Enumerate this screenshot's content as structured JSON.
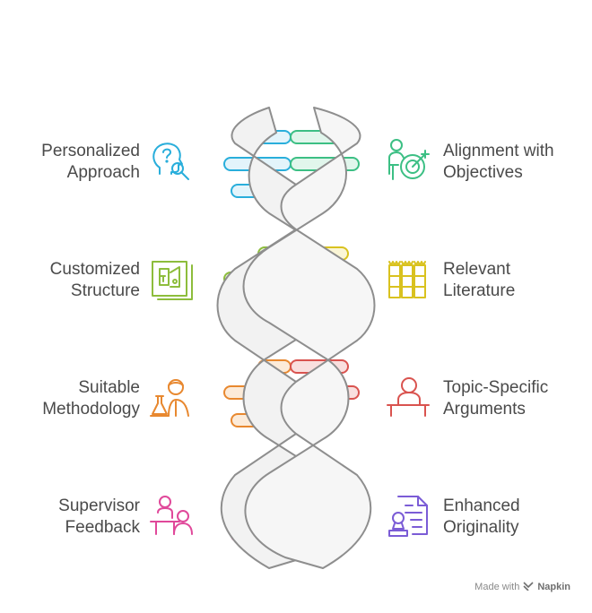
{
  "items": [
    {
      "label_1": "Personalized",
      "label_2": "Approach",
      "color": "#29aedb",
      "icon": "head-question-icon"
    },
    {
      "label_1": "Alignment with",
      "label_2": "Objectives",
      "color": "#3cbf84",
      "icon": "person-target-icon"
    },
    {
      "label_1": "Customized",
      "label_2": "Structure",
      "color": "#8dbd3c",
      "icon": "blueprint-icon"
    },
    {
      "label_1": "Relevant",
      "label_2": "Literature",
      "color": "#d9c21f",
      "icon": "books-icon"
    },
    {
      "label_1": "Suitable",
      "label_2": "Methodology",
      "color": "#e8882f",
      "icon": "scientist-icon"
    },
    {
      "label_1": "Topic-Specific",
      "label_2": "Arguments",
      "color": "#d9534f",
      "icon": "speaker-podium-icon"
    },
    {
      "label_1": "Supervisor",
      "label_2": "Feedback",
      "color": "#e0489a",
      "icon": "teacher-student-icon"
    },
    {
      "label_1": "Enhanced",
      "label_2": "Originality",
      "color": "#7b5cd6",
      "icon": "document-stamp-icon"
    }
  ],
  "footer": {
    "made_with": "Made with",
    "brand": "Napkin"
  }
}
